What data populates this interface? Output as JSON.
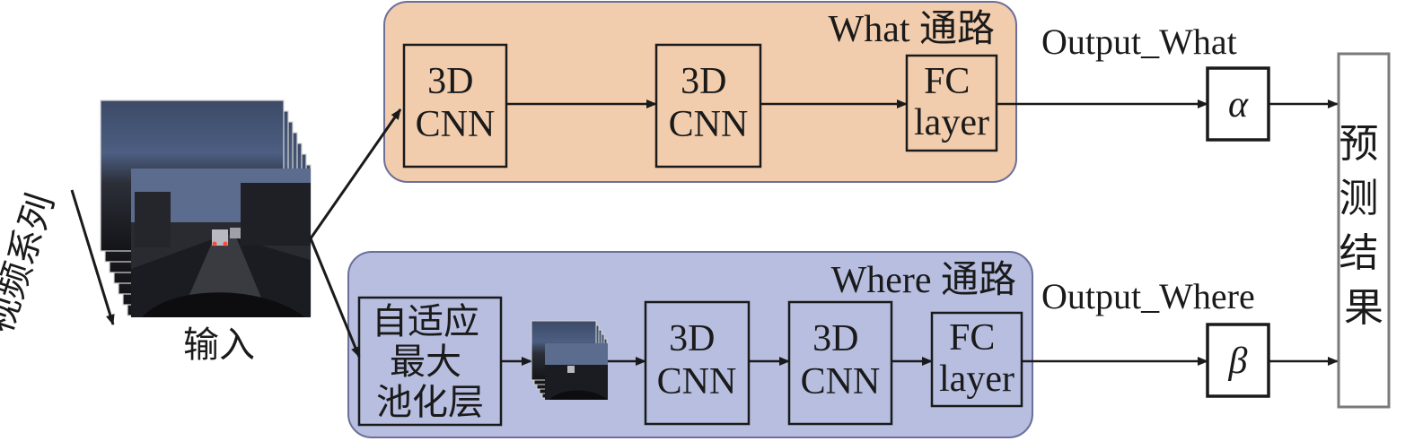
{
  "input": {
    "sequence_label": "视频系列",
    "input_label": "输入"
  },
  "what_path": {
    "title": "What 通路",
    "cnn1": [
      "3D",
      "CNN"
    ],
    "cnn2": [
      "3D",
      "CNN"
    ],
    "fc": [
      "FC",
      "layer"
    ],
    "output_label": "Output_What",
    "weight_symbol": "α"
  },
  "where_path": {
    "title": "Where 通路",
    "pool": [
      "自适应",
      "最大",
      "池化层"
    ],
    "cnn1": [
      "3D",
      "CNN"
    ],
    "cnn2": [
      "3D",
      "CNN"
    ],
    "fc": [
      "FC",
      "layer"
    ],
    "output_label": "Output_Where",
    "weight_symbol": "β"
  },
  "result": {
    "label_chars": [
      "预",
      "测",
      "结",
      "果"
    ]
  },
  "colors": {
    "what_panel_fill": "#f2cdad",
    "where_panel_fill": "#b7bee0",
    "panel_border": "#6b6f9a",
    "line": "#1a1a1a",
    "result_border": "#7a7a7a"
  }
}
